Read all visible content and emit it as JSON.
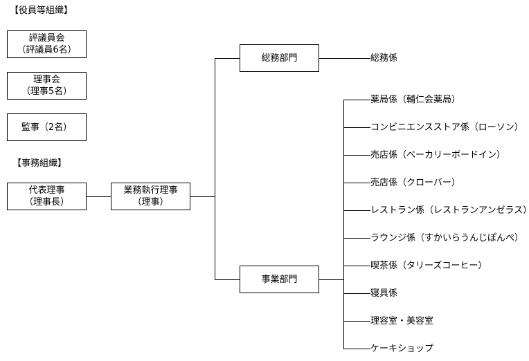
{
  "headings": {
    "officers": "【役員等組織】",
    "office": "【事務組織】"
  },
  "officer_boxes": [
    {
      "line1": "評議員会",
      "line2": "（評議員6名）"
    },
    {
      "line1": "理事会",
      "line2": "（理事5名）"
    },
    {
      "line1": "監事（2名）",
      "line2": ""
    }
  ],
  "representative": {
    "line1": "代表理事",
    "line2": "（理事長）"
  },
  "executive": {
    "line1": "業務執行理事",
    "line2": "（理事）"
  },
  "departments": {
    "general_affairs": {
      "label": "総務部門",
      "sections": [
        "総務係"
      ]
    },
    "business": {
      "label": "事業部門",
      "sections": [
        "薬局係（輔仁会薬局）",
        "コンビニエンスストア係（ローソン）",
        "売店係（ベーカリーボードイン）",
        "売店係（クローバー）",
        "レストラン係（レストランアンゼラス）",
        "ラウンジ係（すかいらうんじぽんぺ）",
        "喫茶係（タリーズコーヒー）",
        "寝具係",
        "理容室・美容室",
        "ケーキショップ"
      ]
    }
  },
  "colors": {
    "line": "#000000",
    "background": "#ffffff"
  }
}
